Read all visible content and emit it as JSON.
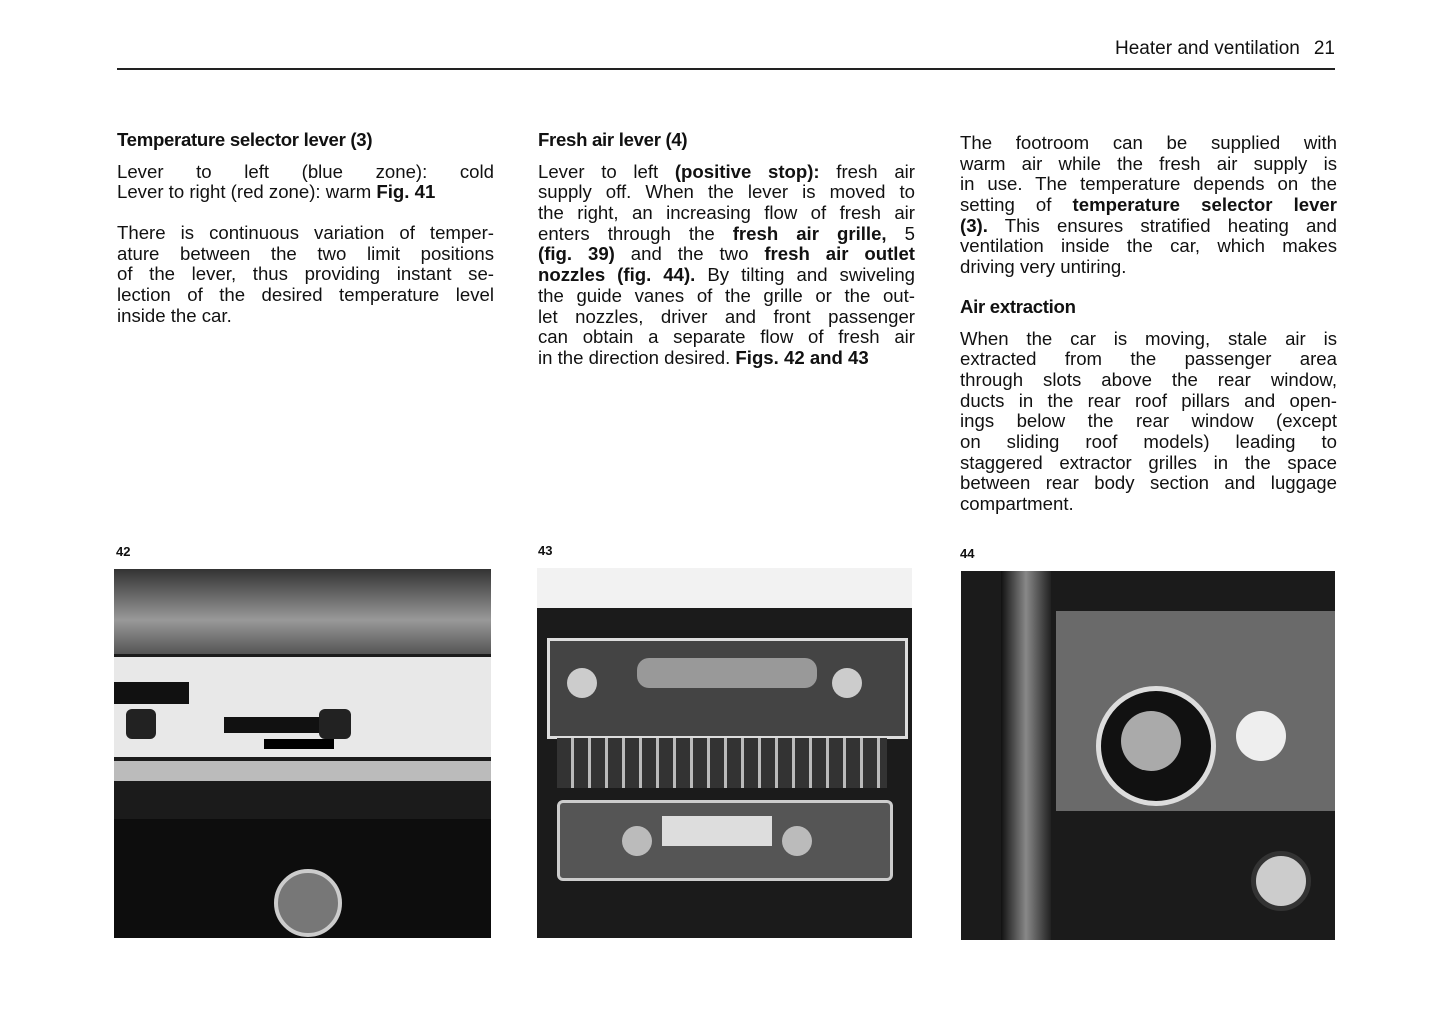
{
  "header": {
    "section": "Heater and ventilation",
    "page_number": "21"
  },
  "columns": [
    {
      "heading": "Temperature selector lever (3)",
      "paragraphs": [
        [
          [
            {
              "t": "Lever to left (blue zone): cold"
            }
          ],
          [
            {
              "t": "Lever to right (red zone): warm "
            },
            {
              "t": "Fig. 41",
              "b": true
            }
          ]
        ],
        [
          [
            {
              "t": "There is continuous variation of temper-"
            }
          ],
          [
            {
              "t": "ature between the two limit positions"
            }
          ],
          [
            {
              "t": "of the lever, thus providing instant se-"
            }
          ],
          [
            {
              "t": "lection of the desired temperature level"
            }
          ],
          [
            {
              "t": "inside the car."
            }
          ]
        ]
      ]
    },
    {
      "heading": "Fresh air lever (4)",
      "paragraphs": [
        [
          [
            {
              "t": "Lever to left "
            },
            {
              "t": "(positive stop):",
              "b": true
            },
            {
              "t": " fresh air"
            }
          ],
          [
            {
              "t": "supply off. When the lever is moved to"
            }
          ],
          [
            {
              "t": "the right, an increasing flow of fresh air"
            }
          ],
          [
            {
              "t": "enters through the "
            },
            {
              "t": "fresh air grille,",
              "b": true
            },
            {
              "t": " 5"
            }
          ],
          [
            {
              "t": "(fig. 39)",
              "b": true
            },
            {
              "t": " and the two "
            },
            {
              "t": "fresh air outlet",
              "b": true
            }
          ],
          [
            {
              "t": "nozzles (fig. 44).",
              "b": true
            },
            {
              "t": " By tilting and swiveling"
            }
          ],
          [
            {
              "t": "the guide vanes of the grille or the out-"
            }
          ],
          [
            {
              "t": "let nozzles, driver and front passenger"
            }
          ],
          [
            {
              "t": "can obtain a separate flow of fresh air"
            }
          ],
          [
            {
              "t": "in the direction desired. "
            },
            {
              "t": "Figs. 42 and 43",
              "b": true
            }
          ]
        ]
      ]
    },
    {
      "heading": "",
      "paragraphs": [
        [
          [
            {
              "t": "The footroom can be supplied with"
            }
          ],
          [
            {
              "t": "warm air while the fresh air supply is"
            }
          ],
          [
            {
              "t": "in use. The temperature depends on the"
            }
          ],
          [
            {
              "t": "setting of "
            },
            {
              "t": "temperature selector lever",
              "b": true
            }
          ],
          [
            {
              "t": "(3).",
              "b": true
            },
            {
              "t": " This ensures stratified heating and"
            }
          ],
          [
            {
              "t": "ventilation inside the car, which makes"
            }
          ],
          [
            {
              "t": "driving very untiring."
            }
          ]
        ]
      ],
      "heading2": "Air extraction",
      "paragraphs2": [
        [
          [
            {
              "t": "When the car is moving, stale air is"
            }
          ],
          [
            {
              "t": "extracted from the passenger area"
            }
          ],
          [
            {
              "t": "through slots above the rear window,"
            }
          ],
          [
            {
              "t": "ducts in the rear roof pillars and open-"
            }
          ],
          [
            {
              "t": "ings below the rear window (except"
            }
          ],
          [
            {
              "t": "on sliding roof models) leading to"
            }
          ],
          [
            {
              "t": "staggered extractor grilles in the space"
            }
          ],
          [
            {
              "t": "between rear body section and luggage"
            }
          ],
          [
            {
              "t": "compartment."
            }
          ]
        ]
      ]
    }
  ],
  "figures": [
    {
      "number": "42"
    },
    {
      "number": "43"
    },
    {
      "number": "44"
    }
  ]
}
